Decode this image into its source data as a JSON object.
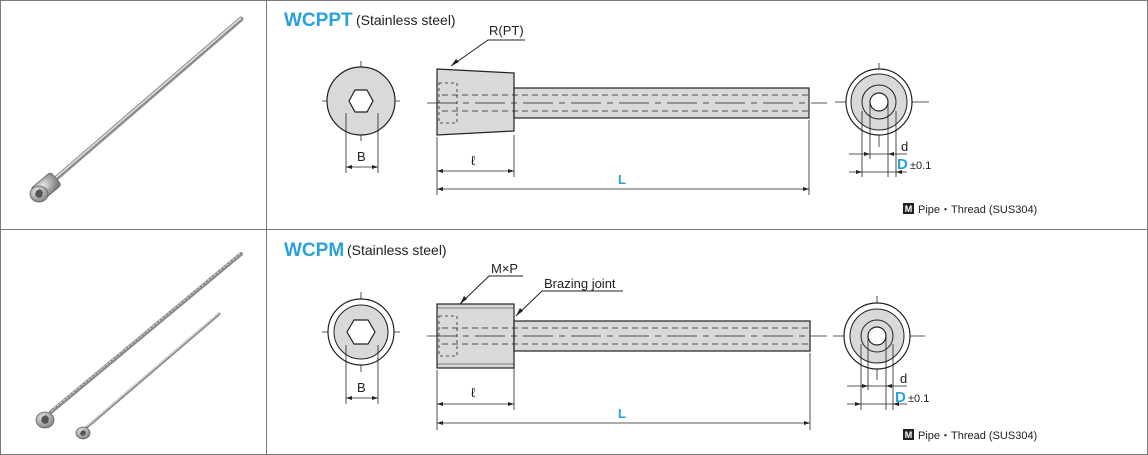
{
  "rows": [
    {
      "title": "WCPPT",
      "subtitle": "(Stainless steel)",
      "thread_label": "R(PT)",
      "joint_label": "",
      "dim_B": "B",
      "dim_l": "ℓ",
      "dim_L": "L",
      "dim_d": "d",
      "dim_D": "D",
      "tolerance": "±0.1",
      "material_badge": "M",
      "material_text": "Pipe・Thread (SUS304)"
    },
    {
      "title": "WCPM",
      "subtitle": "(Stainless steel)",
      "thread_label": "M×P",
      "joint_label": "Brazing joint",
      "dim_B": "B",
      "dim_l": "ℓ",
      "dim_L": "L",
      "dim_d": "d",
      "dim_D": "D",
      "tolerance": "±0.1",
      "material_badge": "M",
      "material_text": "Pipe・Thread (SUS304)"
    }
  ],
  "colors": {
    "accent": "#2aa0dc",
    "line": "#222222",
    "border": "#7a7a7a",
    "metal": "#c8c8c8"
  }
}
